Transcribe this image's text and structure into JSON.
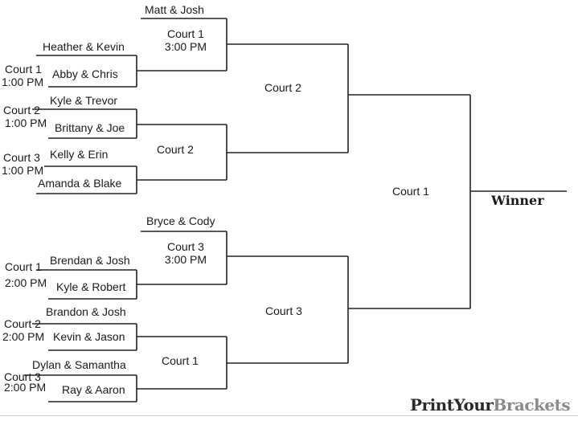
{
  "teams": {
    "r1_0": "Matt & Josh",
    "r1_1": "Heather & Kevin",
    "r1_2": "Abby & Chris",
    "r1_3": "Kyle & Trevor",
    "r1_4": "Brittany & Joe",
    "r1_5": "Kelly & Erin",
    "r1_6": "Amanda & Blake",
    "r1_7": "Bryce & Cody",
    "r1_8": "Brendan & Josh",
    "r1_9": "Kyle & Robert",
    "r1_10": "Brandon & Josh",
    "r1_11": "Kevin & Jason",
    "r1_12": "Dylan & Samantha",
    "r1_13": "Ray & Aaron"
  },
  "schedule": {
    "top_1": {
      "court": "Court 1",
      "time": "1:00 PM"
    },
    "top_2": {
      "court": "Court 2",
      "time": "1:00 PM"
    },
    "top_3": {
      "court": "Court 3",
      "time": "1:00 PM"
    },
    "bottom_1": {
      "court": "Court 1",
      "time": "2:00 PM"
    },
    "bottom_2": {
      "court": "Court 2",
      "time": "2:00 PM"
    },
    "bottom_3": {
      "court": "Court 3",
      "time": "2:00 PM"
    }
  },
  "round2": {
    "top_a": {
      "court": "Court 1",
      "time": "3:00 PM"
    },
    "top_b": {
      "court": "Court 2"
    },
    "bottom_a": {
      "court": "Court 3",
      "time": "3:00 PM"
    },
    "bottom_b": {
      "court": "Court 1"
    }
  },
  "semis": {
    "top": "Court 2",
    "bottom": "Court 3"
  },
  "final": {
    "court": "Court 1",
    "winner_label": "Winner"
  },
  "logo": {
    "part1": "PrintYour",
    "part2": "Brackets"
  }
}
